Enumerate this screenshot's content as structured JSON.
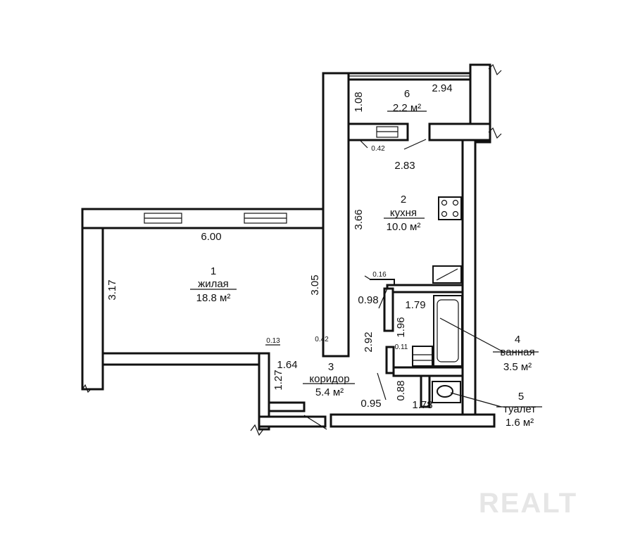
{
  "rooms": [
    {
      "number": "1",
      "name": "жилая",
      "area": "18.8 м²"
    },
    {
      "number": "2",
      "name": "кухня",
      "area": "10.0 м²"
    },
    {
      "number": "3",
      "name": "коридор",
      "area": "5.4 м²"
    },
    {
      "number": "4",
      "name": "ванная",
      "area": "3.5 м²"
    },
    {
      "number": "5",
      "name": "туалет",
      "area": "1.6 м²"
    },
    {
      "number": "6",
      "name": "",
      "area": "2.2 м²"
    }
  ],
  "dimensions": {
    "living_width": "6.00",
    "living_height": "3.17",
    "living_inner": "3.05",
    "living_pier": "0.42",
    "kitchen_height": "3.66",
    "kitchen_width": "2.83",
    "balcony_width": "2.94",
    "balcony_depth": "1.08",
    "balcony_pier": "0.42",
    "kitchen_niche": "0.16",
    "bath_width": "1.79",
    "bath_height": "1.96",
    "bath_wall": "0.11",
    "corridor_a": "0.98",
    "corridor_b": "2.92",
    "corridor_c": "1.64",
    "corridor_d": "1.27",
    "corridor_e": "0.95",
    "corridor_f": "0.13",
    "toilet_height": "0.88",
    "toilet_width": "1.78"
  },
  "watermark": "REALT"
}
